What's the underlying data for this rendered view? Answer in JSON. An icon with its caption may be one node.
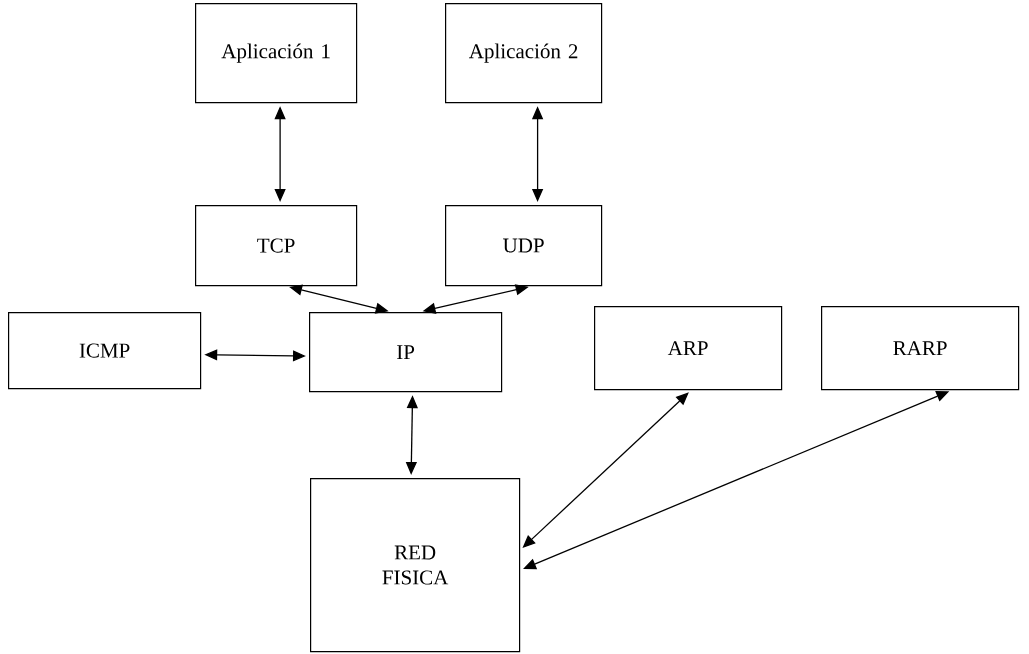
{
  "diagram": {
    "nodes": [
      {
        "text": [
          "Aplicación 1"
        ]
      },
      {
        "text": [
          "Aplicación 2"
        ]
      },
      {
        "text": [
          "TCP"
        ]
      },
      {
        "text": [
          "UDP"
        ]
      },
      {
        "text": [
          "ICMP"
        ]
      },
      {
        "text": [
          "IP"
        ]
      },
      {
        "text": [
          "ARP"
        ]
      },
      {
        "text": [
          "RARP"
        ]
      },
      {
        "text": [
          "RED FISICA"
        ]
      }
    ],
    "edges": [
      {
        "from": 0,
        "to": 2,
        "arrow": "both"
      },
      {
        "from": 1,
        "to": 3,
        "arrow": "both"
      },
      {
        "from": 2,
        "to": 5,
        "arrow": "both"
      },
      {
        "from": 3,
        "to": 5,
        "arrow": "both"
      },
      {
        "from": 4,
        "to": 5,
        "arrow": "both"
      },
      {
        "from": 5,
        "to": 8,
        "arrow": "both"
      },
      {
        "from": 6,
        "to": 8,
        "arrow": "both"
      },
      {
        "from": 7,
        "to": 8,
        "arrow": "both"
      }
    ]
  }
}
